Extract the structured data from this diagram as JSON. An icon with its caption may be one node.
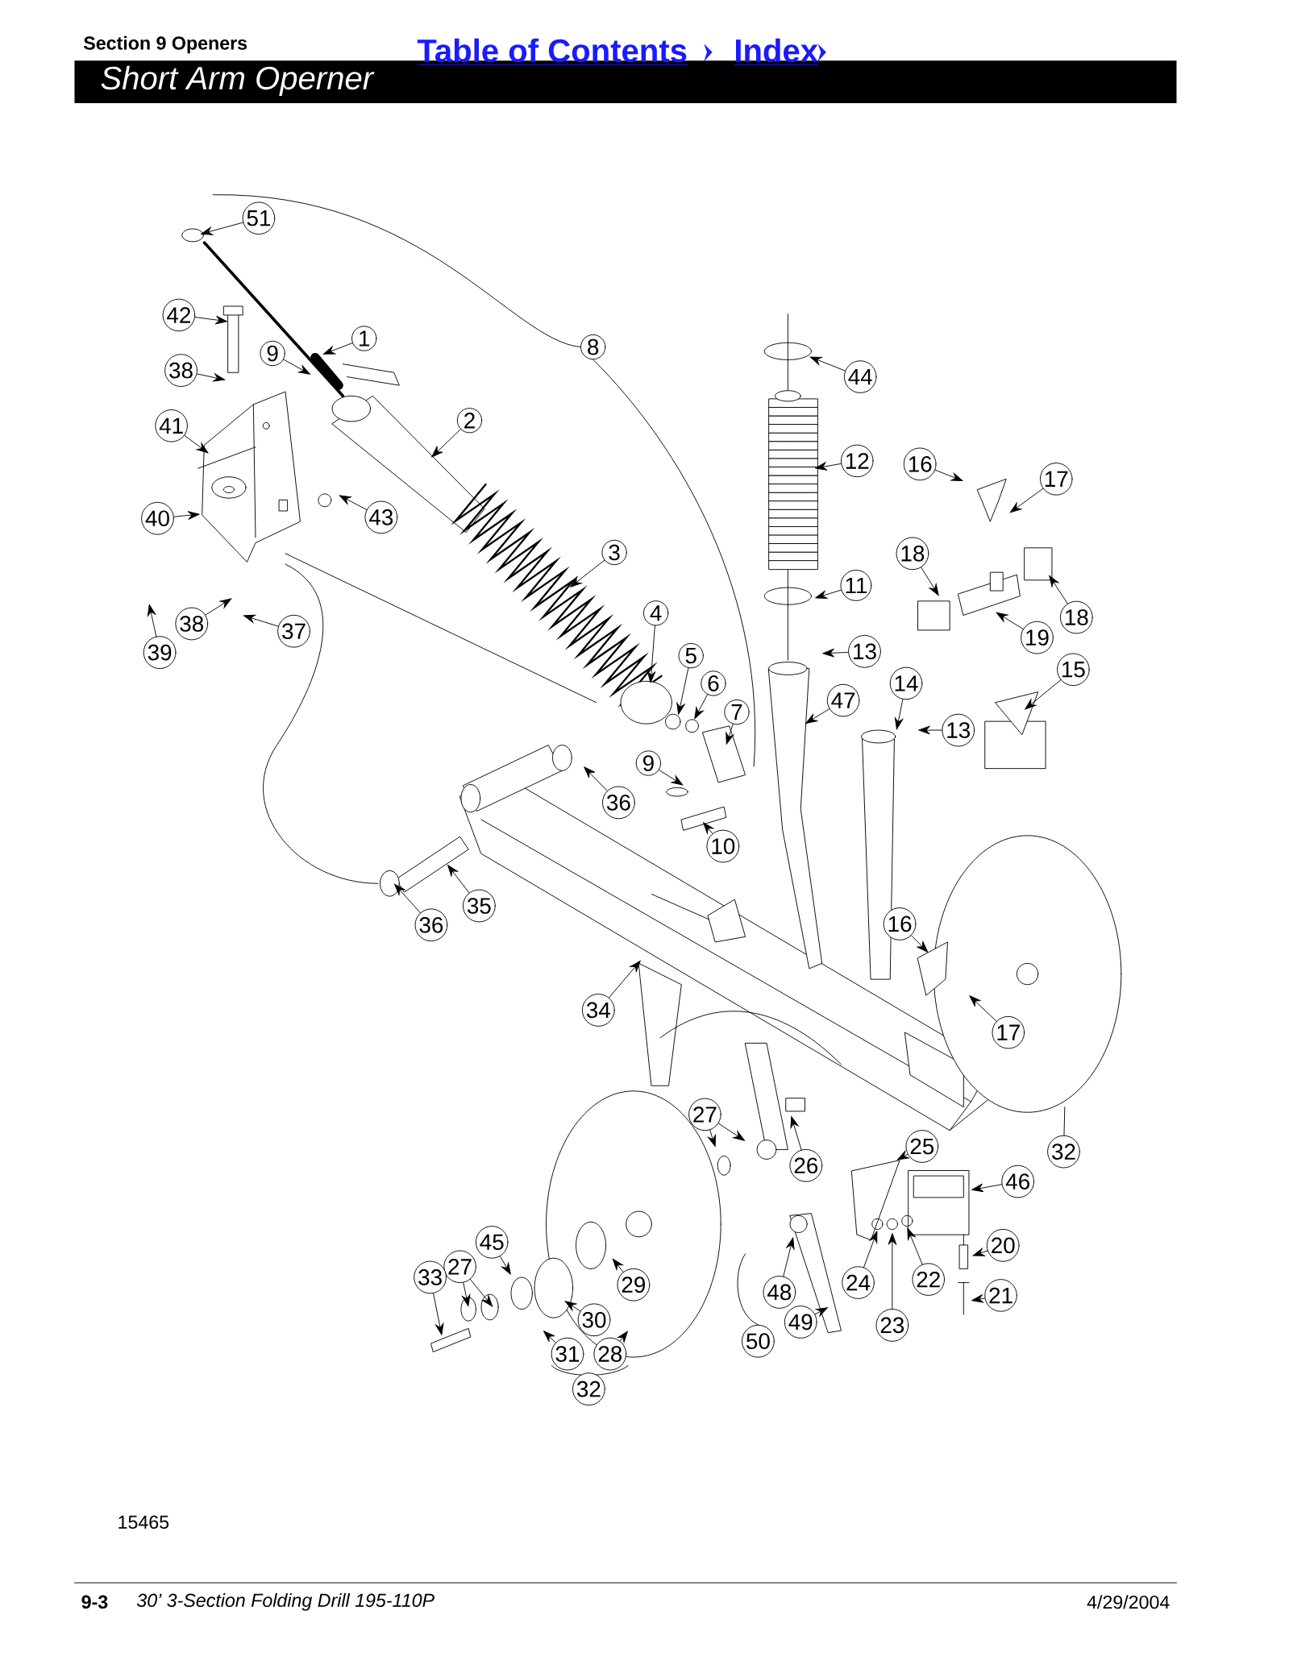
{
  "diagram": {
    "title": "Short Arm Operner",
    "nodes": [
      {
        "text": [
          "51"
        ]
      },
      {
        "text": [
          "42"
        ]
      },
      {
        "text": [
          "38"
        ]
      },
      {
        "text": [
          "9"
        ]
      },
      {
        "text": [
          "1"
        ]
      },
      {
        "text": [
          "8"
        ]
      },
      {
        "text": [
          "41"
        ]
      },
      {
        "text": [
          "2"
        ]
      },
      {
        "text": [
          "43"
        ]
      },
      {
        "text": [
          "40"
        ]
      },
      {
        "text": [
          "3"
        ]
      },
      {
        "text": [
          "44"
        ]
      },
      {
        "text": [
          "12"
        ]
      },
      {
        "text": [
          "16"
        ]
      },
      {
        "text": [
          "17"
        ]
      },
      {
        "text": [
          "18"
        ]
      },
      {
        "text": [
          "18"
        ]
      },
      {
        "text": [
          "19"
        ]
      },
      {
        "text": [
          "11"
        ]
      },
      {
        "text": [
          "13"
        ]
      },
      {
        "text": [
          "14"
        ]
      },
      {
        "text": [
          "13"
        ]
      },
      {
        "text": [
          "15"
        ]
      },
      {
        "text": [
          "47"
        ]
      },
      {
        "text": [
          "4"
        ]
      },
      {
        "text": [
          "5"
        ]
      },
      {
        "text": [
          "6"
        ]
      },
      {
        "text": [
          "7"
        ]
      },
      {
        "text": [
          "39"
        ]
      },
      {
        "text": [
          "38"
        ]
      },
      {
        "text": [
          "37"
        ]
      },
      {
        "text": [
          "9"
        ]
      },
      {
        "text": [
          "36"
        ]
      },
      {
        "text": [
          "10"
        ]
      },
      {
        "text": [
          "36"
        ]
      },
      {
        "text": [
          "35"
        ]
      },
      {
        "text": [
          "16"
        ]
      },
      {
        "text": [
          "17"
        ]
      },
      {
        "text": [
          "34"
        ]
      },
      {
        "text": [
          "32"
        ]
      },
      {
        "text": [
          "27"
        ]
      },
      {
        "text": [
          "26"
        ]
      },
      {
        "text": [
          "25"
        ]
      },
      {
        "text": [
          "46"
        ]
      },
      {
        "text": [
          "45"
        ]
      },
      {
        "text": [
          "27"
        ]
      },
      {
        "text": [
          "33"
        ]
      },
      {
        "text": [
          "29"
        ]
      },
      {
        "text": [
          "30"
        ]
      },
      {
        "text": [
          "31"
        ]
      },
      {
        "text": [
          "28"
        ]
      },
      {
        "text": [
          "48"
        ]
      },
      {
        "text": [
          "24"
        ]
      },
      {
        "text": [
          "22"
        ]
      },
      {
        "text": [
          "23"
        ]
      },
      {
        "text": [
          "20"
        ]
      },
      {
        "text": [
          "21"
        ]
      },
      {
        "text": [
          "49"
        ]
      },
      {
        "text": [
          "50"
        ]
      },
      {
        "text": [
          "32"
        ]
      }
    ],
    "edges": [
      {
        "from": 0,
        "to": null,
        "arrow": "to"
      },
      {
        "from": 1,
        "to": null,
        "arrow": "to"
      },
      {
        "from": 2,
        "to": null,
        "arrow": "to"
      },
      {
        "from": 3,
        "to": null,
        "arrow": "to"
      },
      {
        "from": 4,
        "to": null,
        "arrow": "to"
      },
      {
        "from": 5,
        "to": null,
        "arrow": "none"
      },
      {
        "from": 5,
        "to": null,
        "arrow": "none"
      },
      {
        "from": 6,
        "to": null,
        "arrow": "to"
      },
      {
        "from": 7,
        "to": null,
        "arrow": "to"
      },
      {
        "from": 8,
        "to": null,
        "arrow": "to"
      },
      {
        "from": 9,
        "to": null,
        "arrow": "to"
      },
      {
        "from": 10,
        "to": null,
        "arrow": "to"
      },
      {
        "from": 11,
        "to": null,
        "arrow": "to"
      },
      {
        "from": 12,
        "to": null,
        "arrow": "to"
      },
      {
        "from": 13,
        "to": null,
        "arrow": "to"
      },
      {
        "from": 14,
        "to": null,
        "arrow": "to"
      },
      {
        "from": 15,
        "to": null,
        "arrow": "to"
      },
      {
        "from": 16,
        "to": null,
        "arrow": "to"
      },
      {
        "from": 17,
        "to": null,
        "arrow": "to"
      },
      {
        "from": 18,
        "to": null,
        "arrow": "to"
      },
      {
        "from": 19,
        "to": null,
        "arrow": "to"
      },
      {
        "from": 20,
        "to": null,
        "arrow": "to"
      },
      {
        "from": 21,
        "to": null,
        "arrow": "to"
      },
      {
        "from": 22,
        "to": null,
        "arrow": "to"
      },
      {
        "from": 23,
        "to": null,
        "arrow": "to"
      },
      {
        "from": 24,
        "to": null,
        "arrow": "to"
      },
      {
        "from": 25,
        "to": null,
        "arrow": "to"
      },
      {
        "from": 26,
        "to": null,
        "arrow": "to"
      },
      {
        "from": 27,
        "to": null,
        "arrow": "to"
      },
      {
        "from": 28,
        "to": null,
        "arrow": "to"
      },
      {
        "from": 29,
        "to": null,
        "arrow": "to"
      },
      {
        "from": 30,
        "to": null,
        "arrow": "to"
      },
      {
        "from": 31,
        "to": null,
        "arrow": "to"
      },
      {
        "from": 32,
        "to": null,
        "arrow": "to"
      },
      {
        "from": 33,
        "to": null,
        "arrow": "to"
      },
      {
        "from": 34,
        "to": null,
        "arrow": "to"
      },
      {
        "from": 35,
        "to": null,
        "arrow": "to"
      },
      {
        "from": 36,
        "to": null,
        "arrow": "to"
      },
      {
        "from": 37,
        "to": null,
        "arrow": "to"
      },
      {
        "from": 38,
        "to": null,
        "arrow": "to"
      },
      {
        "from": 39,
        "to": null,
        "arrow": "none"
      },
      {
        "from": 40,
        "to": null,
        "arrow": "to"
      },
      {
        "from": 40,
        "to": null,
        "arrow": "to"
      },
      {
        "from": 41,
        "to": null,
        "arrow": "to"
      },
      {
        "from": 42,
        "to": null,
        "arrow": "to"
      },
      {
        "from": 43,
        "to": null,
        "arrow": "to"
      },
      {
        "from": 44,
        "to": null,
        "arrow": "to"
      },
      {
        "from": 45,
        "to": null,
        "arrow": "to"
      },
      {
        "from": 45,
        "to": null,
        "arrow": "to"
      },
      {
        "from": 46,
        "to": null,
        "arrow": "to"
      },
      {
        "from": 47,
        "to": null,
        "arrow": "to"
      },
      {
        "from": 48,
        "to": null,
        "arrow": "to"
      },
      {
        "from": 49,
        "to": null,
        "arrow": "to"
      },
      {
        "from": 50,
        "to": null,
        "arrow": "to"
      },
      {
        "from": 51,
        "to": null,
        "arrow": "to"
      },
      {
        "from": 52,
        "to": null,
        "arrow": "to"
      },
      {
        "from": 53,
        "to": null,
        "arrow": "to"
      },
      {
        "from": 54,
        "to": null,
        "arrow": "to"
      },
      {
        "from": 55,
        "to": null,
        "arrow": "to"
      },
      {
        "from": 56,
        "to": null,
        "arrow": "to"
      },
      {
        "from": 57,
        "to": null,
        "arrow": "to"
      },
      {
        "from": 58,
        "to": null,
        "arrow": "none"
      }
    ],
    "labels": [
      "Section 9 Openers",
      "Table of Contents",
      "Index",
      "15465",
      "9-3",
      "30’ 3-Section Folding Drill   195-110P",
      "4/29/2004"
    ]
  }
}
